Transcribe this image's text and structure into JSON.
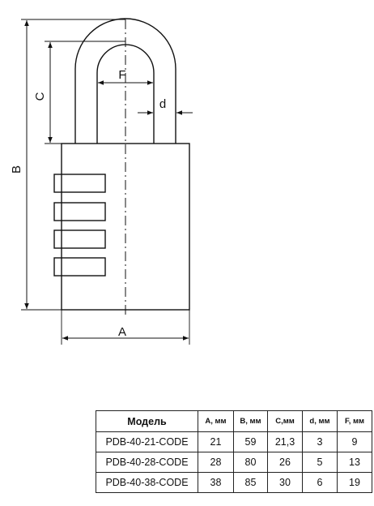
{
  "drawing": {
    "labels": {
      "a": "A",
      "b": "B",
      "c": "C",
      "d": "d",
      "f": "F"
    }
  },
  "table": {
    "headers": [
      "Модель",
      "A, мм",
      "B, мм",
      "C,мм",
      "d, мм",
      "F, мм"
    ],
    "rows": [
      [
        "PDB-40-21-CODE",
        "21",
        "59",
        "21,3",
        "3",
        "9"
      ],
      [
        "PDB-40-28-CODE",
        "28",
        "80",
        "26",
        "5",
        "13"
      ],
      [
        "PDB-40-38-CODE",
        "38",
        "85",
        "30",
        "6",
        "19"
      ]
    ]
  }
}
